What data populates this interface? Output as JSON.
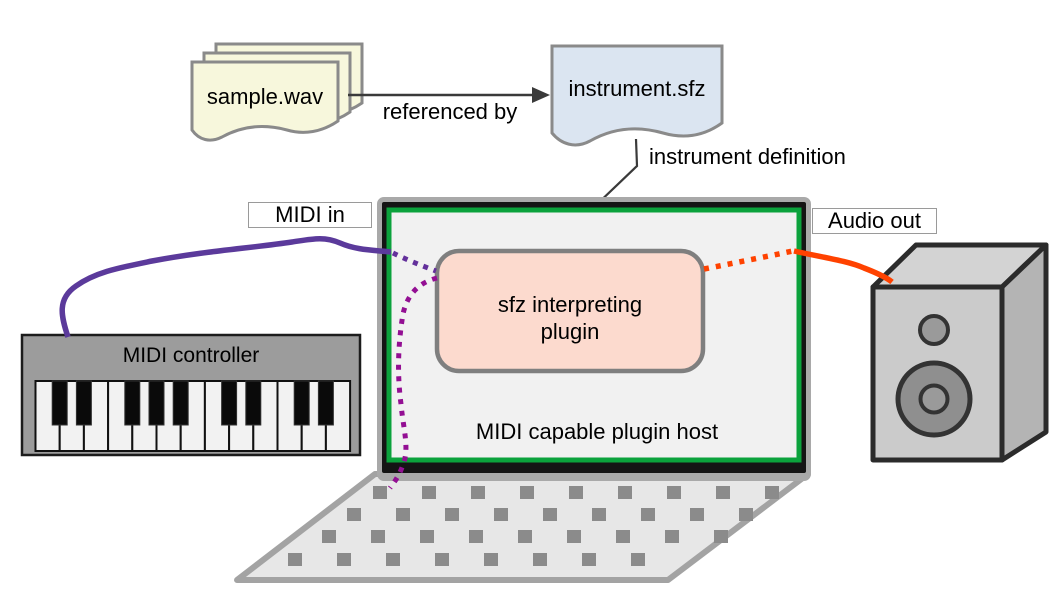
{
  "files": {
    "samples": "sample.wav",
    "instrument": "instrument.sfz"
  },
  "connections": {
    "referenced_by": "referenced by",
    "instrument_definition": "instrument definition"
  },
  "host": {
    "plugin_label": "sfz interpreting plugin",
    "host_label": "MIDI capable plugin host"
  },
  "io_labels": {
    "midi_in": "MIDI in",
    "audio_out": "Audio out"
  },
  "devices": {
    "controller_label": "MIDI controller"
  },
  "colors": {
    "midi_wire": "#5b3a9b",
    "midi_dotted": "#63309b",
    "plugin_midi_dotted": "#930f93",
    "audio_wire": "#ff4200",
    "screen_border_green": "#0ba23c",
    "plugin_fill": "#fcdace",
    "samples_fill": "#f7f7dc",
    "instrument_fill": "#dbe5f1",
    "screen_fill": "#f1f1f1"
  }
}
